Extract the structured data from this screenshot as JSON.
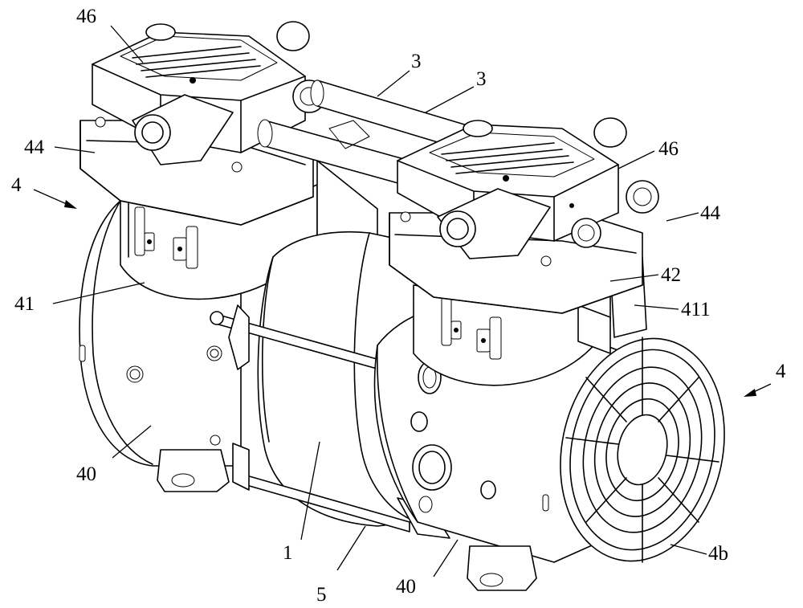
{
  "labels": {
    "l46a": "46",
    "l3a": "3",
    "l3b": "3",
    "l44a": "44",
    "l46b": "46",
    "l4a": "4",
    "l44b": "44",
    "l41": "41",
    "l42": "42",
    "l411": "411",
    "l4b": "4",
    "l40a": "40",
    "l1": "1",
    "l40b": "40",
    "l5": "5",
    "l4bb": "4b"
  }
}
